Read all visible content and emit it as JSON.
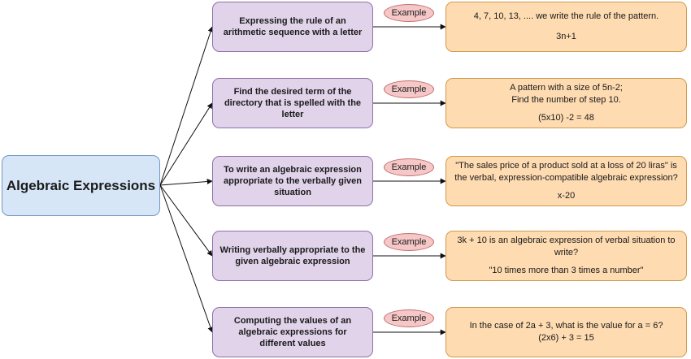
{
  "root": {
    "label": "Algebraic Expressions"
  },
  "branches": [
    {
      "concept": "Expressing the rule of an arithmetic sequence with a letter",
      "tag": "Example",
      "lines": [
        "4, 7, 10, 13, .... we write the rule of the pattern.",
        "",
        "3n+1"
      ]
    },
    {
      "concept": "Find the desired term of the directory that is spelled with the letter",
      "tag": "Example",
      "lines": [
        "A pattern with a size of 5n-2;",
        "Find the number of step 10.",
        "",
        "(5x10) -2 = 48"
      ]
    },
    {
      "concept": "To write an algebraic expression appropriate to the verbally given situation",
      "tag": "Example",
      "lines": [
        "\"The sales price of a product sold at a loss of 20 liras\" is the verbal, expression-compatible algebraic expression?",
        "",
        "x-20"
      ]
    },
    {
      "concept": "Writing verbally appropriate to the given algebraic expression",
      "tag": "Example",
      "lines": [
        "3k + 10 is an algebraic expression of verbal situation to write?",
        "",
        "\"10 times more than 3 times a number\""
      ]
    },
    {
      "concept": "Computing the values of an algebraic expressions for different values",
      "tag": "Example",
      "lines": [
        "In the case of 2a + 3, what is the value for a = 6?",
        "(2x6) + 3 = 15"
      ]
    }
  ]
}
